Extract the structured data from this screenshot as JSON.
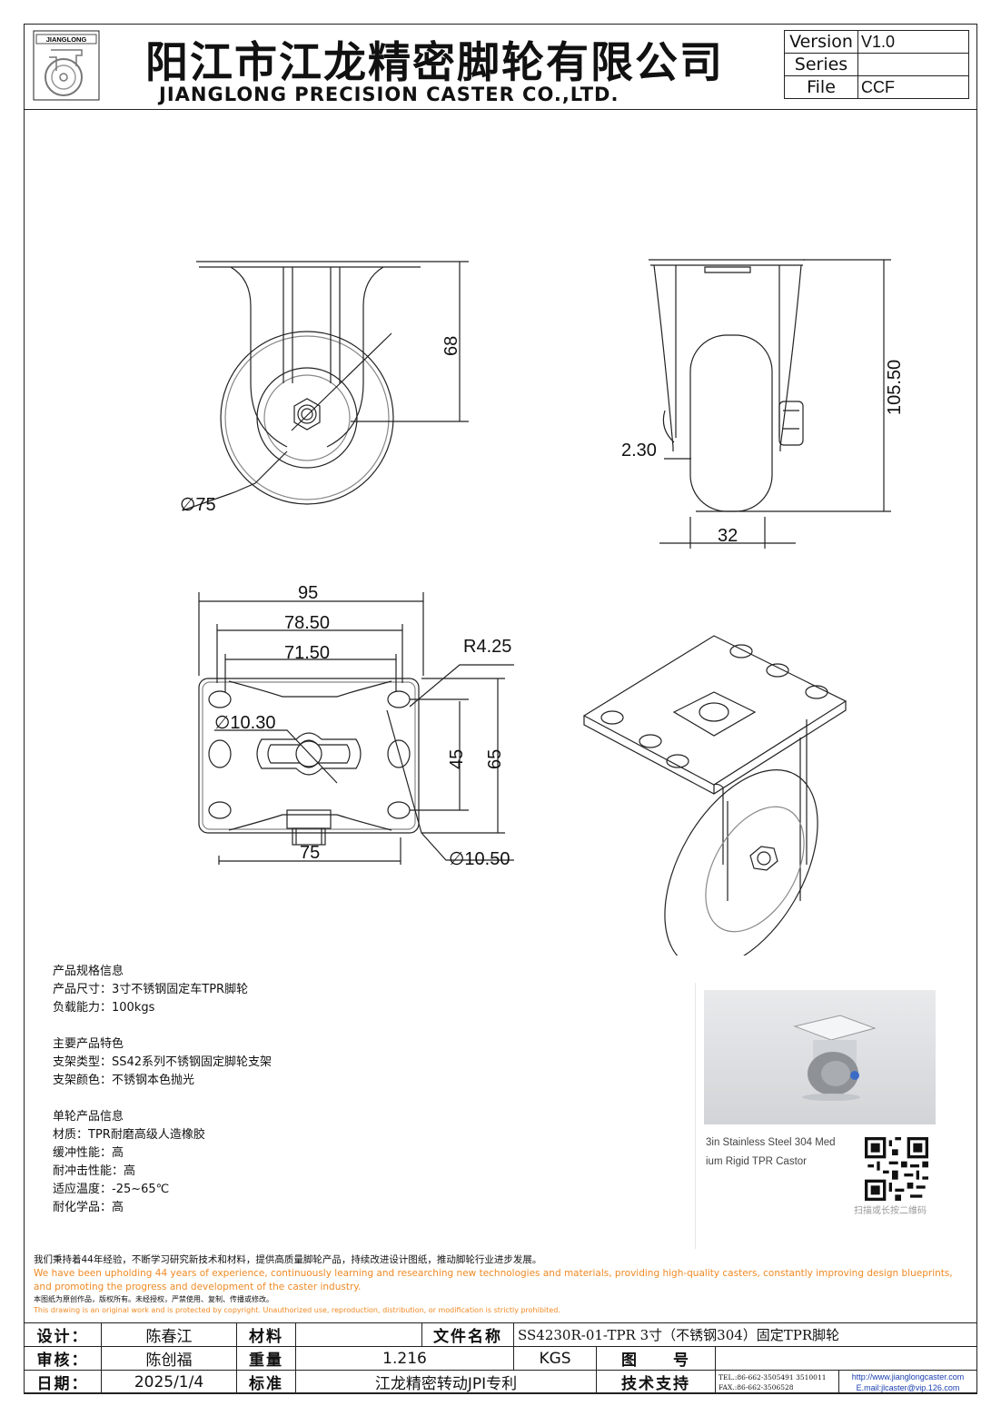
{
  "header": {
    "logo_text": "JIANGLONG",
    "title_cn": "阳江市江龙精密脚轮有限公司",
    "title_en": "JIANGLONG PRECISION CASTER CO.,LTD.",
    "version_table": [
      {
        "label": "Version",
        "value": "V1.0"
      },
      {
        "label": "Series",
        "value": ""
      },
      {
        "label": "File",
        "value": "CCF"
      }
    ]
  },
  "dimensions": {
    "d1": "68",
    "d2": "∅75",
    "d3": "105.50",
    "d4": "2.30",
    "d5": "32",
    "d6": "95",
    "d7": "78.50",
    "d8": "71.50",
    "d9": "R4.25",
    "d10": "∅10.30",
    "d11": "45",
    "d12": "65",
    "d13": "75",
    "d14": "∅10.50"
  },
  "spec": {
    "l1": "产品规格信息",
    "l2": "产品尺寸：3寸不锈钢固定车TPR脚轮",
    "l3": "负载能力：100kgs",
    "l4": "主要产品特色",
    "l5": "支架类型：SS42系列不锈钢固定脚轮支架",
    "l6": "支架颜色：不锈钢本色抛光",
    "l7": "单轮产品信息",
    "l8": "材质：TPR耐磨高级人造橡胶",
    "l9": "缓冲性能：高",
    "l10": "耐冲击性能：高",
    "l11": "适应温度：-25~65℃",
    "l12": "耐化学品：高"
  },
  "card": {
    "caption1": "3in Stainless Steel 304 Med",
    "caption2": "ium Rigid TPR Castor",
    "qr_caption": "扫描或长按二维码"
  },
  "notes": {
    "n1": "我们秉持着44年经验，不断学习研究新技术和材料，提供高质量脚轮产品，持续改进设计图纸，推动脚轮行业进步发展。",
    "n2": "We have been upholding 44 years of experience, continuously learning and researching new technologies and materials, providing high-quality casters, constantly improving design blueprints,",
    "n3": "and promoting the progress and development of the caster industry.",
    "n4": "本图纸为原创作品，版权所有。未经授权，严禁使用、复制、传播或修改。",
    "n5": "This drawing is an original work and is protected by copyright. Unauthorized use, reproduction, distribution, or modification is strictly prohibited."
  },
  "footer": {
    "design_label": "设计：",
    "design_value": "陈春江",
    "material_label": "材料",
    "material_value": "",
    "file_label": "文件名称",
    "file_value": "SS4230R-01-TPR 3寸（不锈钢304）固定TPR脚轮",
    "review_label": "审核：",
    "review_value": "陈创福",
    "weight_label": "重量",
    "weight_value": "1.216",
    "weight_unit": "KGS",
    "drawing_no_label": "图　　号",
    "drawing_no_value": "",
    "date_label": "日期：",
    "date_value": "2025/1/4",
    "standard_label": "标准",
    "standard_value": "江龙精密转动JPI专利",
    "support_label": "技术支持",
    "tel": "TEL.:86-662-3505491 3510011",
    "fax": "FAX.:86-662-3506528",
    "web": "http://www.jianglongcaster.com",
    "email": "E.mail:jlcaster@vip.126.com"
  },
  "colors": {
    "accent_orange": "#f08a24",
    "link_blue": "#1a3fb0",
    "line": "#222222"
  }
}
